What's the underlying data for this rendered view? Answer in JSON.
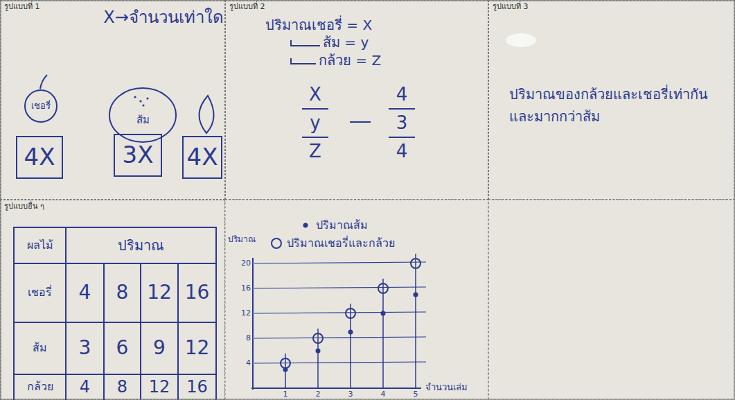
{
  "diagram": {
    "nodes": [
      {
        "text": [
          "รูปแบบที่ 1"
        ]
      },
      {
        "text": [
          "รูปแบบที่ 2"
        ]
      },
      {
        "text": [
          "รูปแบบที่ 3"
        ]
      },
      {
        "text": [
          "รูปแบบอื่น ๆ"
        ]
      },
      {
        "text": [
          "เชอรี่"
        ],
        "in": 0
      },
      {
        "text": [
          "ส้ม"
        ],
        "in": 0
      },
      {
        "text": [
          "4X"
        ],
        "in": 0
      },
      {
        "text": [
          "3X"
        ],
        "in": 0
      },
      {
        "text": [
          "4X"
        ],
        "in": 0
      }
    ],
    "labels": [
      "X→จำนวนเท่าใด",
      "ปริมาณเชอรี่ = X",
      "ส้ม = y",
      "กล้วย = Z",
      "X",
      "y",
      "Z",
      "4",
      "3",
      "4",
      "ปริมาณของกล้วยและเชอรี่เท่ากัน และมากกว่าส้ม",
      "ผลไม้",
      "ปริมาณ",
      "เชอรี่",
      "4",
      "8",
      "12",
      "16",
      "ส้ม",
      "3",
      "6",
      "9",
      "12",
      "กล้วย",
      "4",
      "8",
      "12",
      "16",
      "ปริมาณ",
      "20",
      "16",
      "12",
      "8",
      "4",
      "1",
      "2",
      "3",
      "4",
      "5",
      "จำนวนเล่ม"
    ],
    "legend": [
      {
        "text": "ปริมาณส้ม"
      },
      {
        "text": "ปริมาณเชอรี่และกล้วย"
      }
    ]
  }
}
